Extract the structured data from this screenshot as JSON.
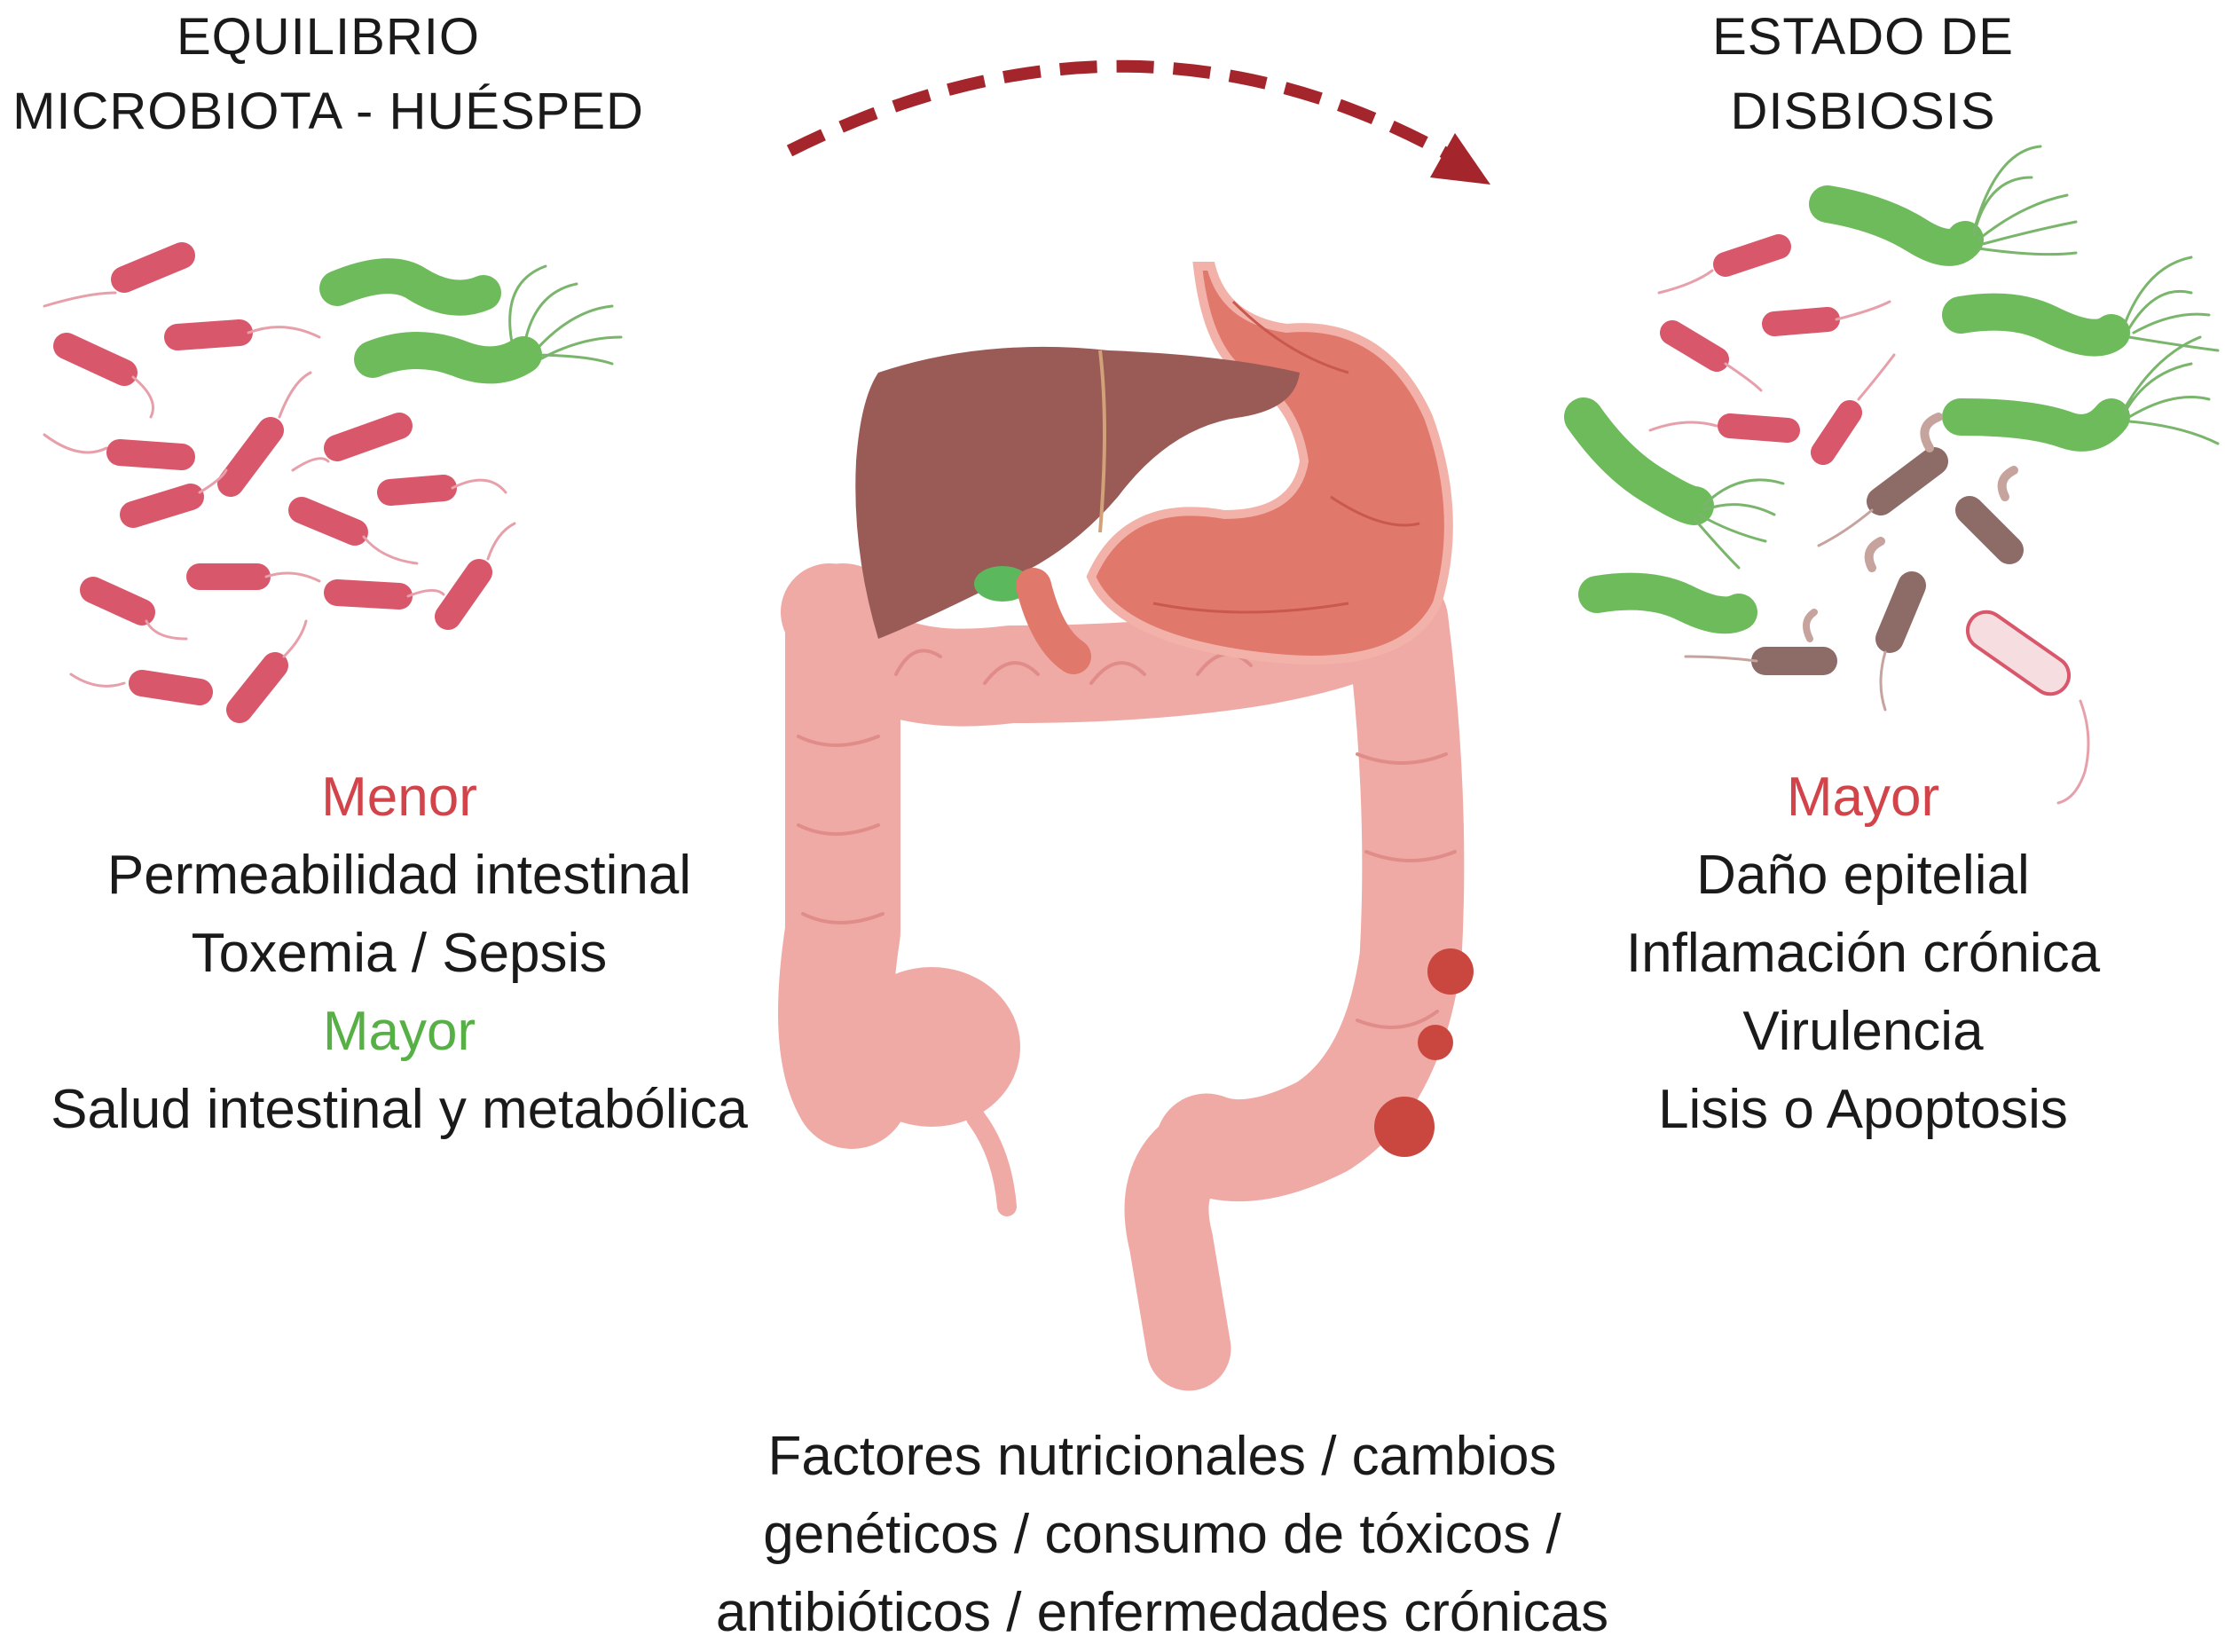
{
  "left_panel": {
    "title_lines": [
      "EQUILIBRIO",
      "MICROBIOTA - HUÉSPED"
    ],
    "lower_label": "Menor",
    "lower_items": [
      "Permeabilidad intestinal",
      "Toxemia / Sepsis"
    ],
    "higher_label": "Mayor",
    "higher_items": [
      "Salud intestinal y metabólica"
    ]
  },
  "right_panel": {
    "title_lines": [
      "ESTADO DE",
      "DISBIOSIS"
    ],
    "higher_label": "Mayor",
    "higher_items": [
      "Daño epitelial",
      "Inflamación crónica",
      "Virulencia",
      "Lisis o Apoptosis"
    ]
  },
  "bottom_factors": [
    "Factores nutricionales / cambios",
    "genéticos / consumo de tóxicos /",
    "antibióticos / enfermedades crónicas"
  ],
  "colors": {
    "red_label": "#d2434a",
    "green_label": "#57b046",
    "arrow": "#a4262c",
    "pink_bacteria": "#d9576b",
    "green_bacteria": "#6dbb5b",
    "dead_bacteria": "#8d6b66",
    "liver": "#9a5a55",
    "stomach": "#e0786b",
    "intestine": "#efaaa6",
    "lesion": "#c9473f",
    "gallbladder": "#5cb85c"
  },
  "icons": {
    "arrow": "curved-dashed-arrow-icon",
    "healthy_bacteria": "rod-bacterium-icon",
    "pathogen": "flagellated-bacterium-icon",
    "dead_bacteria": "lysed-bacterium-icon",
    "organs": "digestive-system-icon"
  }
}
